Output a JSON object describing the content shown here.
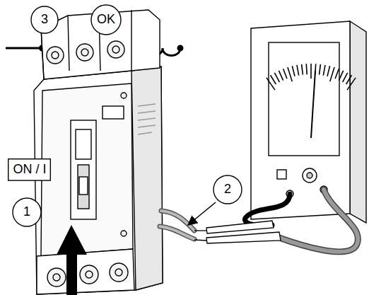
{
  "diagram": {
    "nodes": [
      {
        "text": [
          "3"
        ]
      },
      {
        "text": [
          "OK"
        ]
      },
      {
        "text": [
          "ON / I"
        ]
      },
      {
        "text": [
          "1"
        ]
      },
      {
        "text": [
          "2"
        ]
      }
    ]
  }
}
